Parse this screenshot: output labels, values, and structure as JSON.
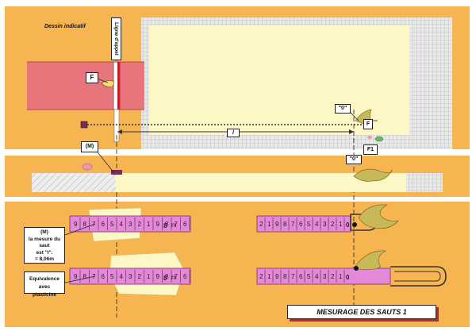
{
  "header": {
    "title": "Dessin indicatif"
  },
  "labels": {
    "ligne_appel": "Ligne d'appel",
    "F": "F",
    "M": "(M)",
    "zero_top": "\"0\"",
    "zero_mid": "\"0\"",
    "F_right": "F",
    "F1": "F1",
    "l": "l"
  },
  "notes": {
    "mesure": [
      "(M)",
      "la mesure du saut",
      "est \"l\".",
      "= 8,06m"
    ],
    "equivalence": [
      "Equivalence avec",
      "plasticine"
    ]
  },
  "tape": {
    "top_left_digits": [
      "9",
      "8",
      "7",
      "6",
      "5",
      "4",
      "3",
      "2",
      "1",
      "9",
      "8",
      "7",
      "6"
    ],
    "top_left_marker": "8",
    "unit": "m",
    "top_right_digits": [
      "2",
      "1",
      "9",
      "8",
      "7",
      "6",
      "5",
      "4",
      "3",
      "2",
      "1"
    ],
    "zero": "0"
  },
  "footer": {
    "title": "MESURAGE DES SAUTS 1"
  },
  "colors": {
    "background": "#f7b551",
    "runway": "#e8757b",
    "sand": "#fdf7c6",
    "grid": "#c8c8c8",
    "tape": "#e489d8",
    "plasticine": "#c7b95a"
  }
}
